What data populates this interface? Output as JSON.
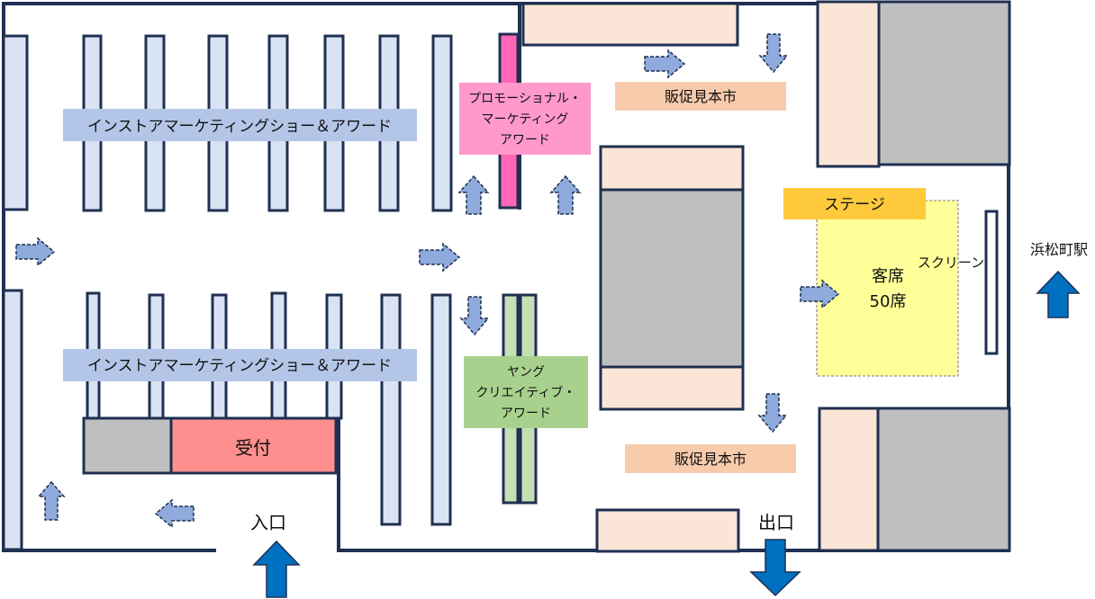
{
  "zones": {
    "instore_upper": "インストアマーケティングショー＆アワード",
    "instore_lower": "インストアマーケティングショー＆アワード",
    "promo_line1": "プロモーショナル・",
    "promo_line2": "マーケティング",
    "promo_line3": "アワード",
    "young_line1": "ヤング",
    "young_line2": "クリエイティブ・",
    "young_line3": "アワード",
    "reception": "受付",
    "sales_upper": "販促見本市",
    "sales_lower": "販促見本市",
    "stage": "ステージ",
    "seats_line1": "客席",
    "seats_line2": "50席",
    "screen": "スクリーン",
    "entrance": "入口",
    "exit": "出口",
    "station": "浜松町駅"
  },
  "colors": {
    "wall": "#1f3052",
    "booth_fill": "#dae3f3",
    "zone_label_fill": "#b4c6e7",
    "promo_fill": "#ff99cc",
    "promo_bar": "#ff66b3",
    "young_fill": "#a9d18e",
    "reception_fill": "#ff8f8f",
    "gray_fill": "#bfbfbf",
    "peach_fill": "#fbe5d6",
    "sales_fill": "#f8cbad",
    "stage_fill": "#ffc93c",
    "seats_fill": "#ffff99",
    "big_arrow": "#0070c0",
    "flow_arrow": "#8faadc"
  }
}
